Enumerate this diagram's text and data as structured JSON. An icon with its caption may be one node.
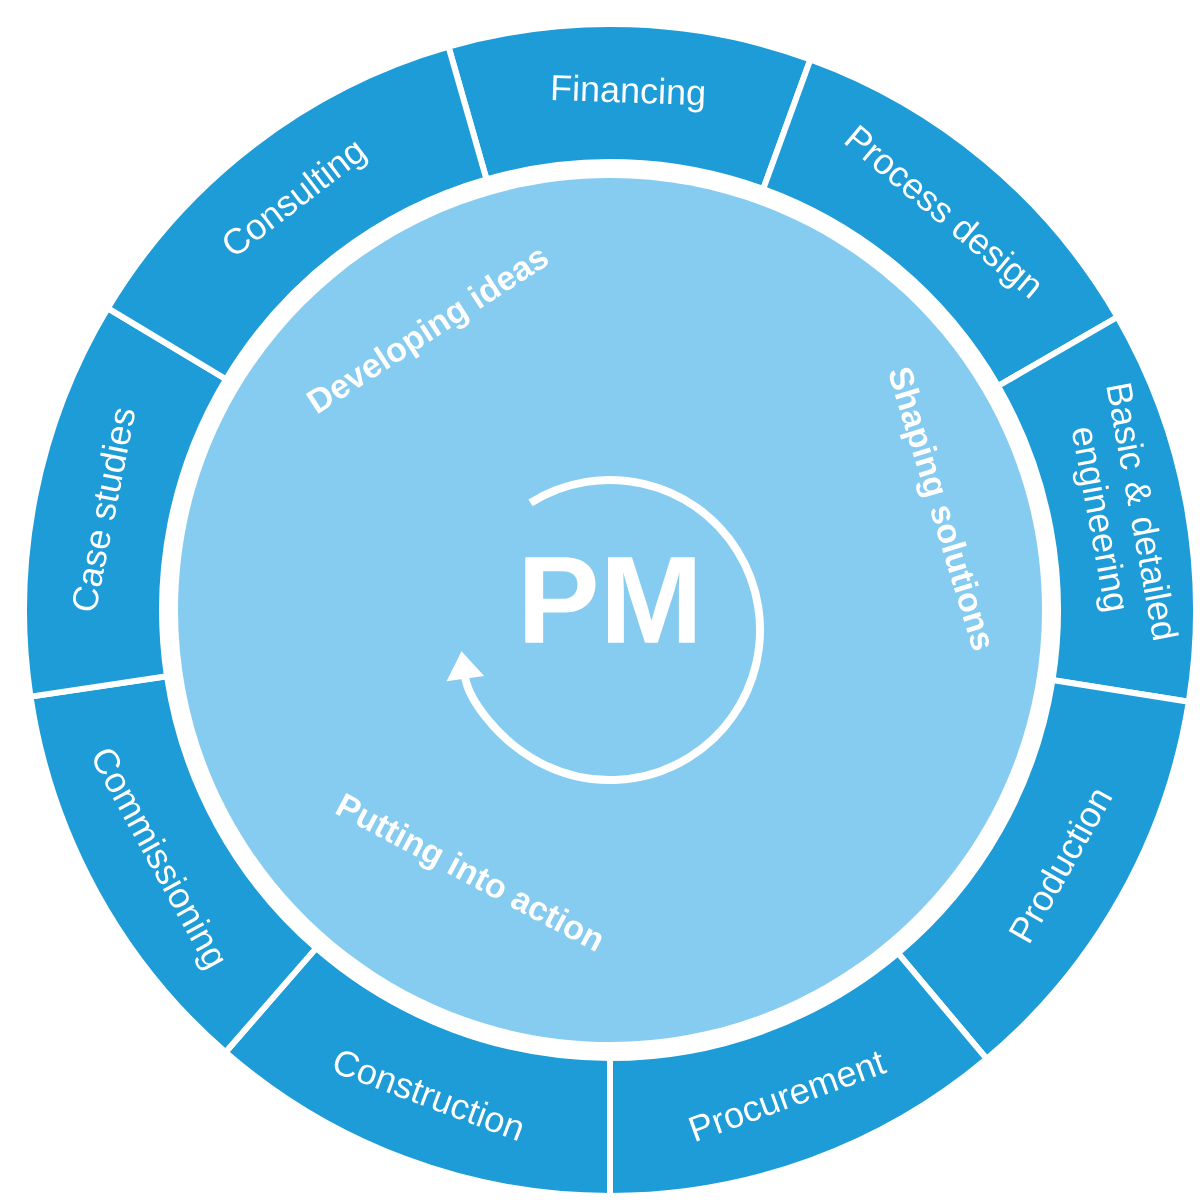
{
  "diagram": {
    "nodes": [
      {
        "text": [
          "PM",
          "Developing ideas",
          "Shaping solutions",
          "Putting into action"
        ]
      },
      {
        "text": [
          "Financing"
        ]
      },
      {
        "text": [
          "Process design"
        ]
      },
      {
        "text": [
          "Basic & detailed engineering"
        ]
      },
      {
        "text": [
          "Production"
        ]
      },
      {
        "text": [
          "Procurement"
        ]
      },
      {
        "text": [
          "Construction"
        ]
      },
      {
        "text": [
          "Commissioning"
        ]
      },
      {
        "text": [
          "Case studies"
        ]
      },
      {
        "text": [
          "Consulting"
        ]
      }
    ]
  }
}
